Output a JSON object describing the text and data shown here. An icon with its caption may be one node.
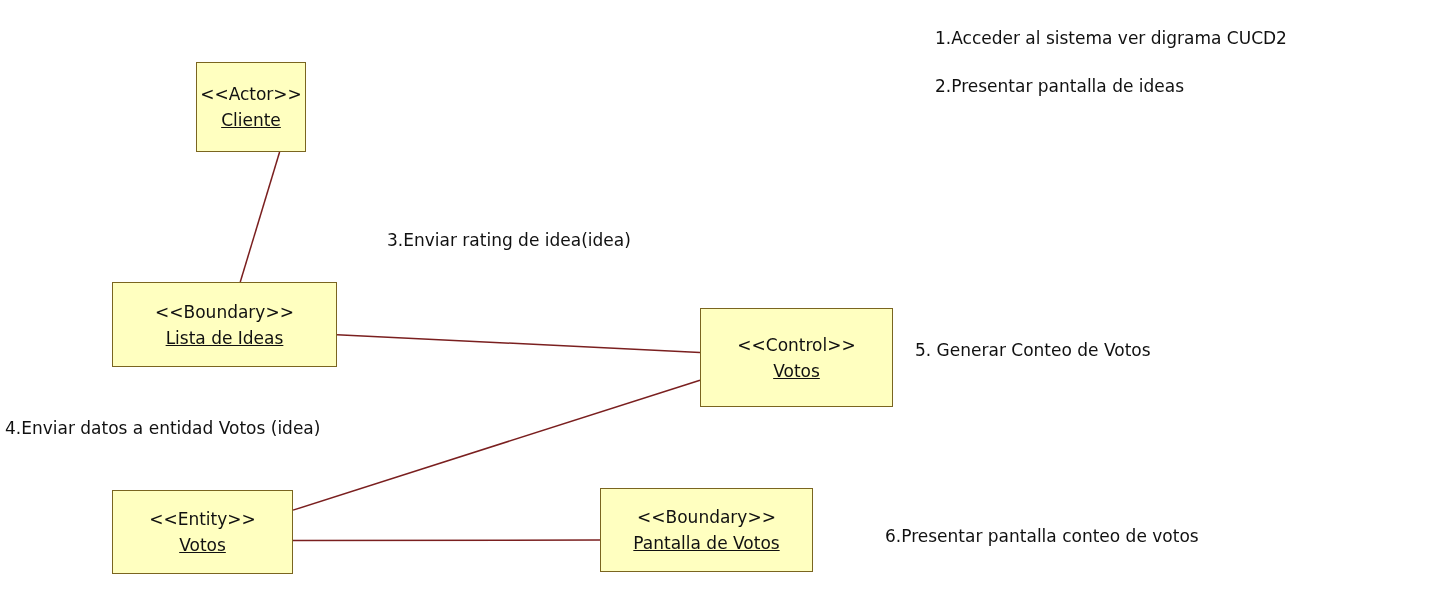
{
  "diagram": {
    "nodes": [
      {
        "text": [
          "<<Actor>>",
          "Cliente"
        ]
      },
      {
        "text": [
          "<<Boundary>>",
          "Lista de Ideas"
        ]
      },
      {
        "text": [
          "<<Control>>",
          "Votos"
        ]
      },
      {
        "text": [
          "<<Entity>>",
          "Votos"
        ]
      },
      {
        "text": [
          "<<Boundary>>",
          "Pantalla de Votos"
        ]
      }
    ],
    "edges": [
      {
        "from": 0,
        "to": 1,
        "arrow": "none"
      },
      {
        "from": 1,
        "to": 2,
        "arrow": "none"
      },
      {
        "from": 3,
        "to": 2,
        "arrow": "none"
      },
      {
        "from": 3,
        "to": 4,
        "arrow": "none"
      }
    ],
    "labels": [
      "1.Acceder al sistema ver digrama CUCD2",
      "2.Presentar pantalla de ideas",
      "3.Enviar rating de idea(idea)",
      "5. Generar Conteo de Votos",
      "4.Enviar datos a entidad Votos (idea)",
      "6.Presentar pantalla conteo de votos"
    ]
  }
}
